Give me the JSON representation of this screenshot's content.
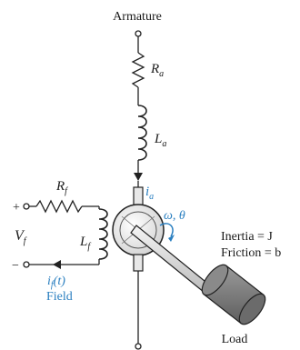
{
  "labels": {
    "armature": "Armature",
    "ra_main": "R",
    "ra_sub": "a",
    "la_main": "L",
    "la_sub": "a",
    "ia_main": "i",
    "ia_sub": "a",
    "rf_main": "R",
    "rf_sub": "f",
    "lf_main": "L",
    "lf_sub": "f",
    "vf_main": "V",
    "vf_sub": "f",
    "plus": "+",
    "minus": "−",
    "if_main": "i",
    "if_sub": "f",
    "if_arg": "(t)",
    "field": "Field",
    "omega_theta": "ω, θ",
    "inertia": "Inertia = J",
    "friction": "Friction = b",
    "load": "Load"
  },
  "colors": {
    "accent": "#2a7fc0",
    "ink": "#1a1a1a",
    "load_fill": "#7d7d7d"
  }
}
